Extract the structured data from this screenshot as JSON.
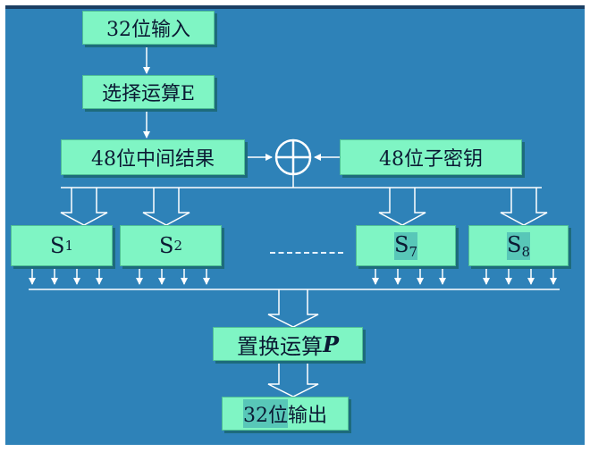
{
  "colors": {
    "slide_bg": "#2e82b8",
    "box_fill": "#7ff5c4",
    "arrow": "#ffffff",
    "text": "#0b1a33"
  },
  "nodes": {
    "input": "32位输入",
    "expand": "选择运算E",
    "mid": "48位中间结果",
    "key": "48位子密钥",
    "s1": {
      "letter": "S",
      "index": "1"
    },
    "s2": {
      "letter": "S",
      "index": "2"
    },
    "s7": {
      "letter": "S",
      "index": "7"
    },
    "s8": {
      "letter": "S",
      "index": "8"
    },
    "perm": {
      "label": "置换运算",
      "var": "P"
    },
    "output": {
      "part1": "32位",
      "part2": "输出"
    }
  },
  "icons": {
    "xor": "xor-circle-plus-icon"
  }
}
